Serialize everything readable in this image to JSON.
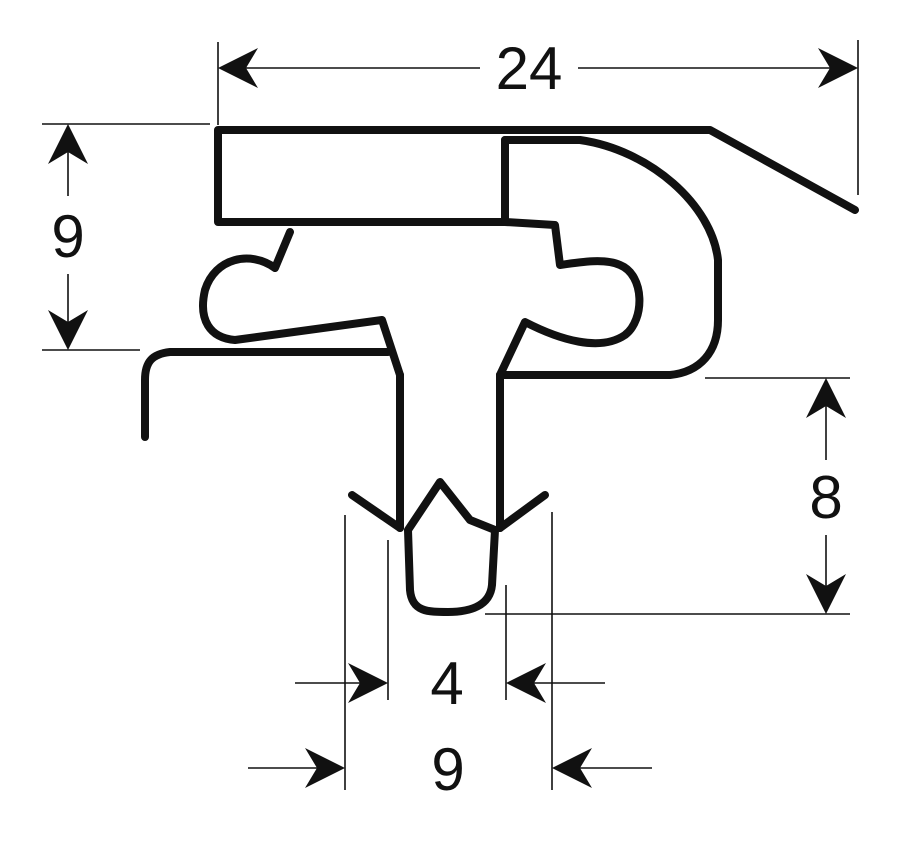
{
  "diagram": {
    "dimensions": {
      "total_width": "24",
      "height_left": "9",
      "height_right": "8",
      "foot_inner_width": "4",
      "foot_outer_width": "9"
    },
    "colors": {
      "stroke": "#111111",
      "background": "#ffffff"
    }
  }
}
